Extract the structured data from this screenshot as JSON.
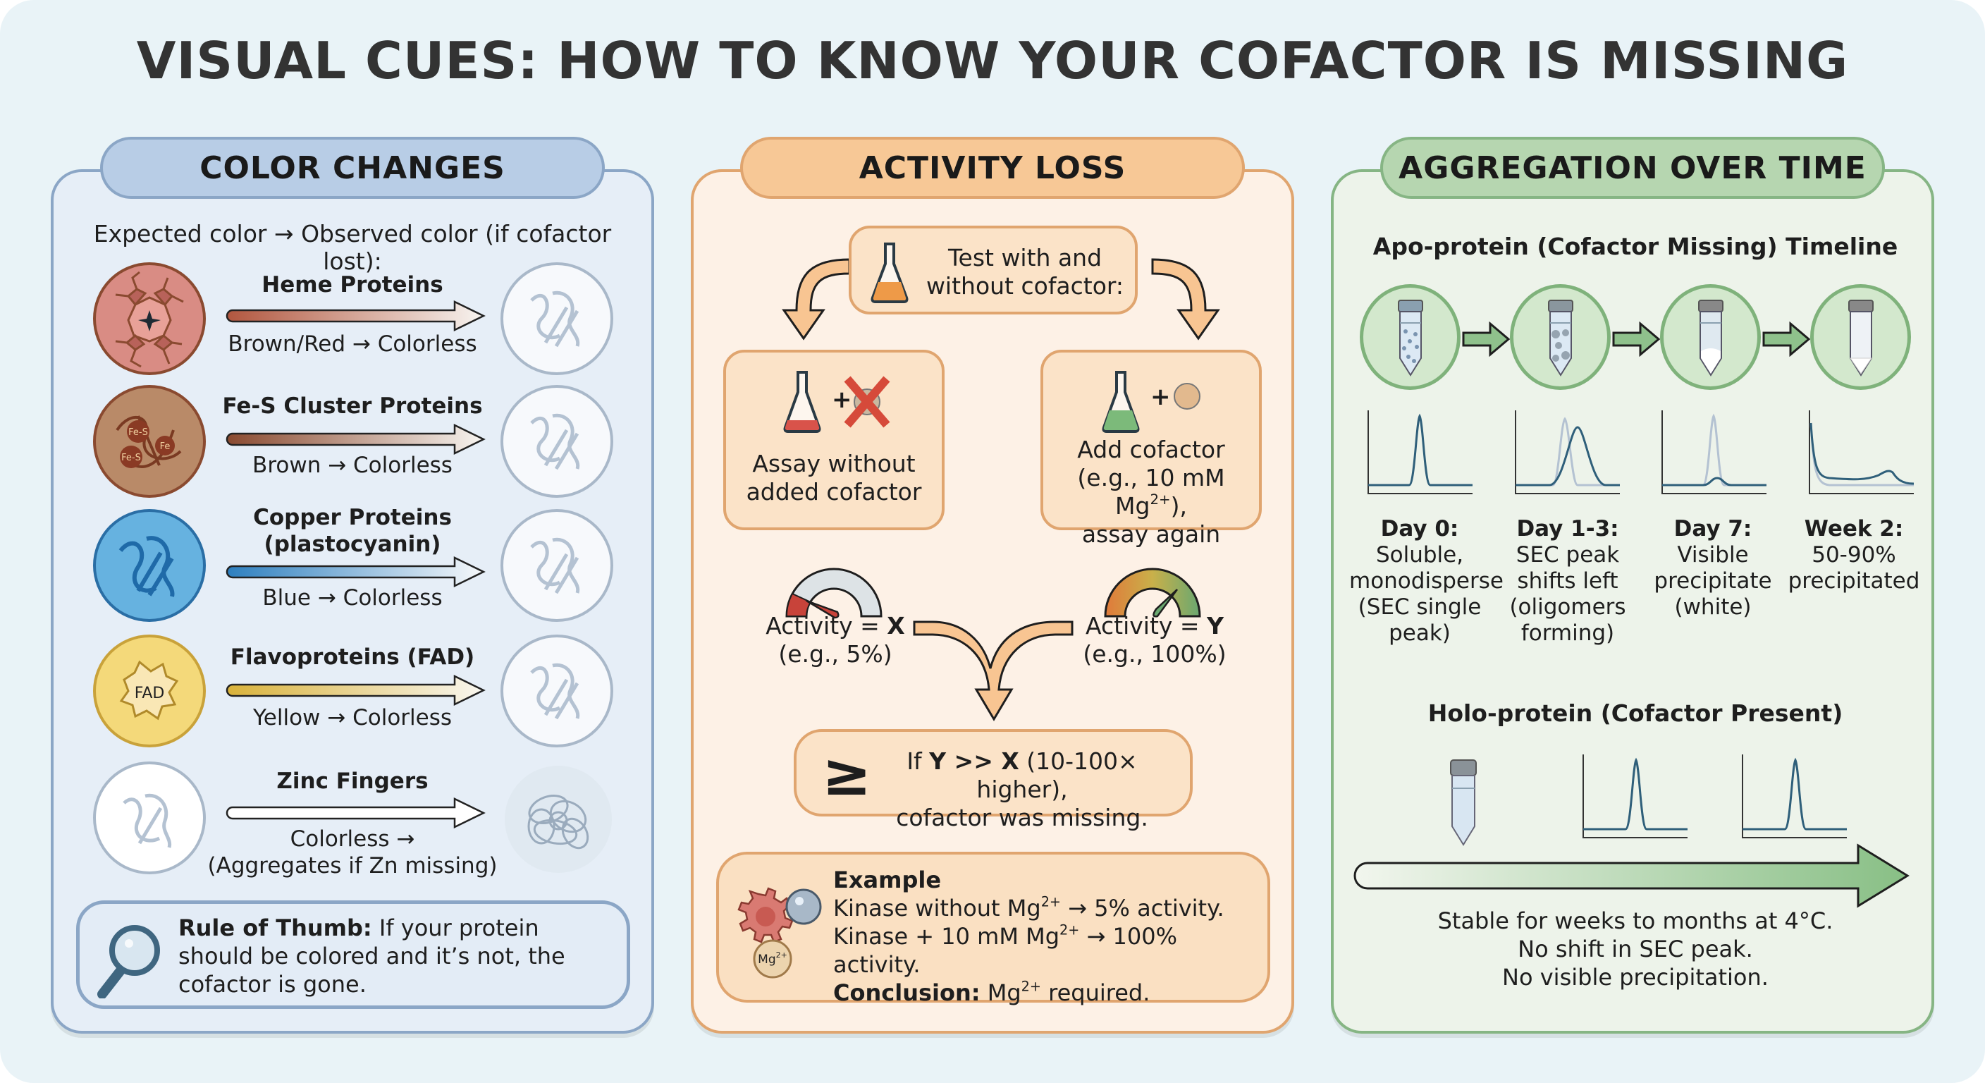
{
  "title": "VISUAL CUES: HOW TO KNOW YOUR COFACTOR IS MISSING",
  "panels": {
    "color_changes": {
      "header": "COLOR CHANGES",
      "subtitle": "Expected color → Observed color (if cofactor lost):",
      "rows": [
        {
          "name": "Heme Proteins",
          "name2": "",
          "desc": "Brown/Red → Colorless",
          "desc2": "",
          "color_from": "#b2573f",
          "color_to": "#f5f5f5",
          "icon": "heme-porphyrin-icon"
        },
        {
          "name": "Fe-S Cluster Proteins",
          "name2": "",
          "desc": "Brown → Colorless",
          "desc2": "",
          "color_from": "#8a4a30",
          "color_to": "#f5f5f5",
          "icon": "fe-s-cluster-protein-icon",
          "labels": [
            "Fe-S",
            "Fe",
            "Fe-S"
          ]
        },
        {
          "name": "Copper Proteins",
          "name2": "(plastocyanin)",
          "desc": "Blue → Colorless",
          "desc2": "",
          "color_from": "#2d7fbf",
          "color_to": "#f5f5f5",
          "icon": "copper-protein-icon"
        },
        {
          "name": "Flavoproteins (FAD)",
          "name2": "",
          "desc": "Yellow → Colorless",
          "desc2": "",
          "color_from": "#d9b23a",
          "color_to": "#f5f5f5",
          "icon": "fad-flavoprotein-icon",
          "label": "FAD"
        },
        {
          "name": "Zinc Fingers",
          "name2": "",
          "desc": "Colorless →",
          "desc2": "(Aggregates if Zn missing)",
          "color_from": "#ffffff",
          "color_to": "#ffffff",
          "icon": "zinc-finger-icon"
        }
      ],
      "rule_of_thumb": {
        "label": "Rule of Thumb:",
        "text": "If your protein should be colored and it’s not, the cofactor is gone."
      }
    },
    "activity_loss": {
      "header": "ACTIVITY LOSS",
      "test_box": {
        "line1": "Test with and",
        "line2": "without cofactor:"
      },
      "left_box": {
        "line1": "Assay without",
        "line2": "added cofactor"
      },
      "right_box": {
        "line1": "Add cofactor",
        "line2_pre": "(e.g., 10 mM Mg",
        "line2_sup": "2+",
        "line2_post": "),",
        "line3": "assay again"
      },
      "gauge_left": {
        "label_pre": "Activity = ",
        "label_var": "X",
        "example": "(e.g., 5%)",
        "value_pct": 5
      },
      "gauge_right": {
        "label_pre": "Activity = ",
        "label_var": "Y",
        "example": "(e.g., 100%)",
        "value_pct": 100
      },
      "result_box": {
        "symbol": "≥",
        "line1_pre": "If ",
        "line1_bold": "Y >> X",
        "line1_post": " (10-100× higher),",
        "line2": "cofactor was missing."
      },
      "example": {
        "title": "Example",
        "line1_pre": "Kinase without Mg",
        "line1_sup": "2+",
        "line1_post": " → 5% activity.",
        "line2_pre": "Kinase + 10 mM Mg",
        "line2_sup": "2+",
        "line2_post": " → 100% activity.",
        "conclusion_label": "Conclusion:",
        "conclusion_pre": " Mg",
        "conclusion_sup": "2+",
        "conclusion_post": " required.",
        "ion_label": "Mg",
        "ion_sup": "2+"
      }
    },
    "aggregation": {
      "header": "AGGREGATION OVER TIME",
      "apo_title": "Apo-protein (Cofactor Missing) Timeline",
      "stages": [
        {
          "label": "Day 0:",
          "desc": [
            "Soluble,",
            "monodisperse",
            "(SEC single",
            "peak)"
          ]
        },
        {
          "label": "Day 1-3:",
          "desc": [
            "SEC peak",
            "shifts left",
            "(oligomers",
            "forming)"
          ]
        },
        {
          "label": "Day 7:",
          "desc": [
            "Visible",
            "precipitate",
            "(white)"
          ]
        },
        {
          "label": "Week 2:",
          "desc": [
            "50-90%",
            "precipitated"
          ]
        }
      ],
      "holo_title": "Holo-protein (Cofactor Present)",
      "holo_text": [
        "Stable for weeks to months at 4°C.",
        "No shift in SEC peak.",
        "No visible precipitation."
      ]
    }
  },
  "chart_data": [
    {
      "type": "line",
      "title": "Day 0 SEC",
      "series": [
        {
          "name": "apo",
          "shape": "single sharp peak",
          "peak_x": 0.5,
          "peak_y": 1.0
        }
      ]
    },
    {
      "type": "line",
      "title": "Day 1-3 SEC",
      "series": [
        {
          "name": "reference",
          "peak_x": 0.48,
          "peak_y": 1.0
        },
        {
          "name": "apo",
          "peak_x": 0.6,
          "peak_y": 0.9,
          "note": "broadened"
        }
      ]
    },
    {
      "type": "line",
      "title": "Day 7 SEC",
      "series": [
        {
          "name": "reference",
          "peak_x": 0.5,
          "peak_y": 1.0
        },
        {
          "name": "apo",
          "peak_x": 0.52,
          "peak_y": 0.1
        }
      ]
    },
    {
      "type": "line",
      "title": "Week 2 SEC",
      "series": [
        {
          "name": "apo",
          "note": "void peak at start, small hump near 0.75"
        }
      ]
    },
    {
      "type": "line",
      "title": "Holo SEC 1",
      "series": [
        {
          "name": "holo",
          "peak_x": 0.5,
          "peak_y": 1.0
        }
      ]
    },
    {
      "type": "line",
      "title": "Holo SEC 2",
      "series": [
        {
          "name": "holo",
          "peak_x": 0.5,
          "peak_y": 1.0
        }
      ]
    }
  ],
  "colors": {
    "background": "#e9f3f7",
    "blue_panel": "#e6eef7",
    "blue_accent": "#8ba6c6",
    "blue_header": "#b8cde6",
    "orange_panel": "#fdf1e6",
    "orange_accent": "#e0a56f",
    "orange_header": "#f7c896",
    "green_panel": "#edf3ea",
    "green_accent": "#86b584",
    "green_header": "#b6d6b0",
    "sec_line": "#2f5f7a"
  }
}
